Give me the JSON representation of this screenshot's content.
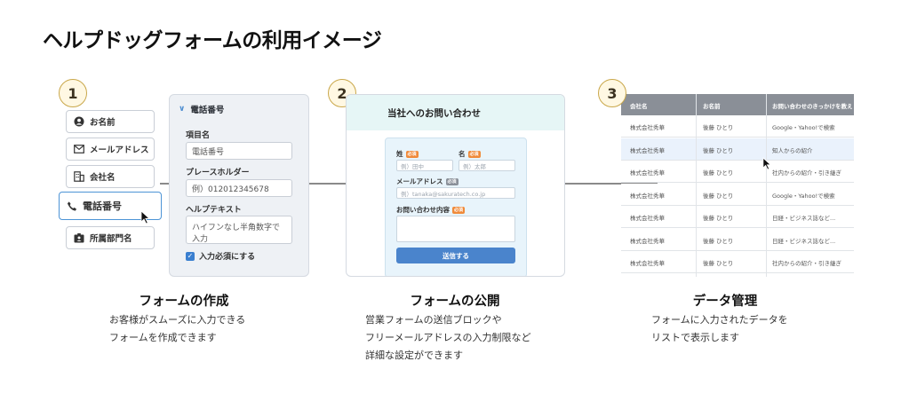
{
  "page_title": "ヘルプドッグフォームの利用イメージ",
  "steps": [
    {
      "number": "1",
      "heading": "フォームの作成",
      "desc": [
        "お客様がスムーズに入力できる",
        "フォームを作成できます"
      ],
      "field_buttons": [
        {
          "label": "お名前",
          "icon": "person-icon"
        },
        {
          "label": "メールアドレス",
          "icon": "mail-icon"
        },
        {
          "label": "会社名",
          "icon": "building-icon"
        },
        {
          "label": "電話番号",
          "icon": "phone-icon"
        },
        {
          "label": "所属部門名",
          "icon": "badge-icon"
        }
      ],
      "panel": {
        "header": "電話番号",
        "item_name_label": "項目名",
        "item_name_value": "電話番号",
        "placeholder_label": "プレースホルダー",
        "placeholder_value": "例）012012345678",
        "help_label": "ヘルプテキスト",
        "help_value": "ハイフンなし半角数字で入力",
        "required_label": "入力必須にする"
      }
    },
    {
      "number": "2",
      "heading": "フォームの公開",
      "desc": [
        "営業フォームの送信ブロックや",
        "フリーメールアドレスの入力制限など",
        "詳細な設定ができます"
      ],
      "form": {
        "title": "当社へのお問い合わせ",
        "last_name_label": "姓",
        "last_name_placeholder": "例）田中",
        "first_name_label": "名",
        "first_name_placeholder": "例）太郎",
        "email_label": "メールアドレス",
        "email_placeholder": "例）tanaka@sakuratech.co.jp",
        "inquiry_label": "お問い合わせ内容",
        "required_badge": "必須",
        "submit_label": "送信する"
      }
    },
    {
      "number": "3",
      "heading": "データ管理",
      "desc": [
        "フォームに入力されたデータを",
        "リストで表示します"
      ],
      "table": {
        "columns": [
          "会社名",
          "お名前",
          "お問い合わせのきっかけを教え"
        ],
        "rows": [
          [
            "株式会社秀華",
            "後藤 ひとり",
            "Google・Yahoo!で検索"
          ],
          [
            "株式会社秀華",
            "後藤 ひとり",
            "知人からの紹介"
          ],
          [
            "株式会社秀華",
            "後藤 ひとり",
            "社内からの紹介・引き継ぎ"
          ],
          [
            "株式会社秀華",
            "後藤 ひとり",
            "Google・Yahoo!で検索"
          ],
          [
            "株式会社秀華",
            "後藤 ひとり",
            "日経・ビジネス誌など..."
          ],
          [
            "株式会社秀華",
            "後藤 ひとり",
            "日経・ビジネス誌など..."
          ],
          [
            "株式会社秀華",
            "後藤 ひとり",
            "社内からの紹介・引き継ぎ"
          ]
        ],
        "highlighted_row": 1
      }
    }
  ],
  "colors": {
    "accent_blue": "#4a84cc",
    "step_circle_border": "#c9a74a",
    "form_header_bg": "#e6f6f6",
    "table_header_bg": "#8a8f97"
  }
}
